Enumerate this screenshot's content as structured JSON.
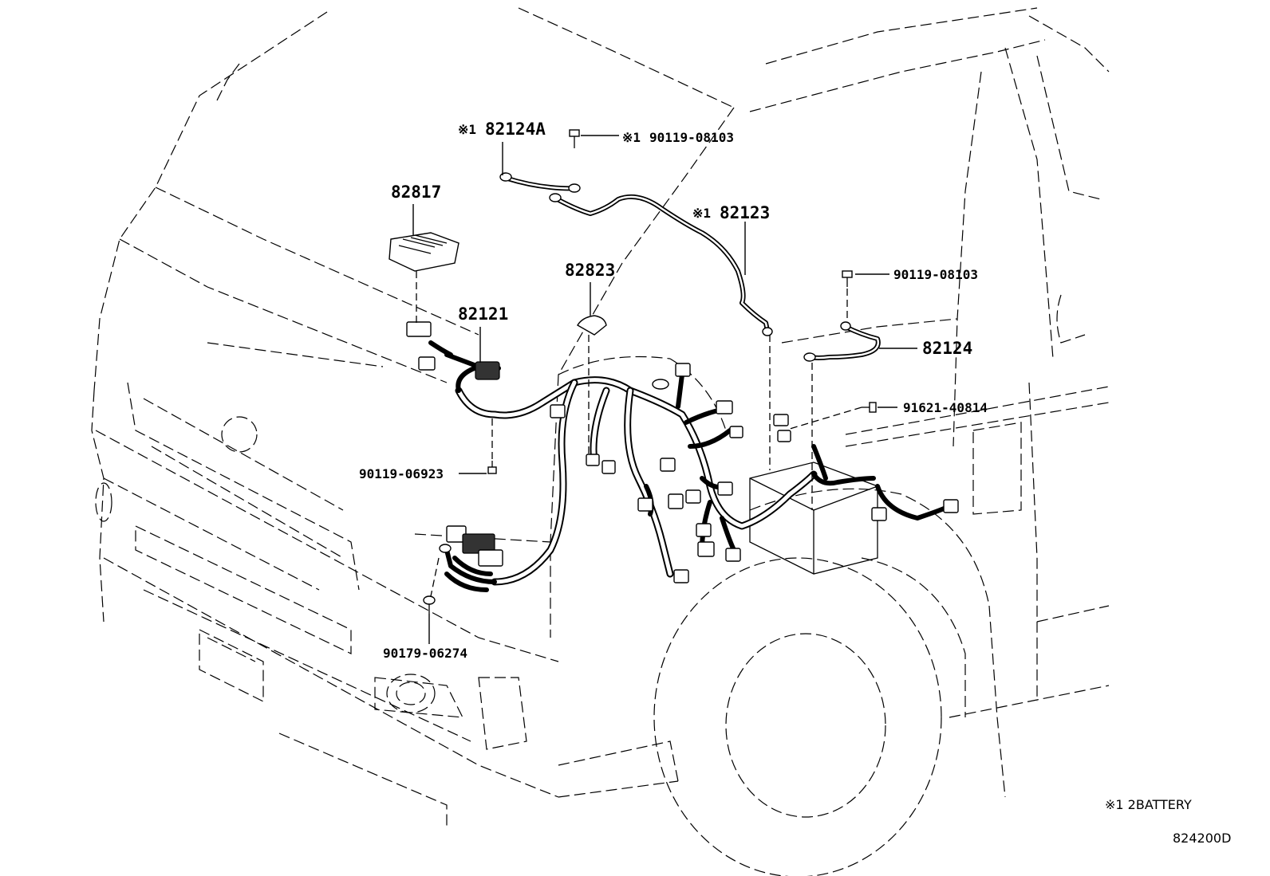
{
  "labels": {
    "p82124A": {
      "prefix": "※1",
      "code": "82124A"
    },
    "p90119_08103_top": {
      "prefix": "※1",
      "code": "90119-08103"
    },
    "p82817": {
      "code": "82817"
    },
    "p82123": {
      "prefix": "※1",
      "code": "82123"
    },
    "p82823": {
      "code": "82823"
    },
    "p82121": {
      "code": "82121"
    },
    "p90119_08103_right": {
      "code": "90119-08103"
    },
    "p82124": {
      "code": "82124"
    },
    "p91621_40814": {
      "code": "91621-40814"
    },
    "p90119_06923": {
      "code": "90119-06923"
    },
    "p90179_06274": {
      "code": "90179-06274"
    }
  },
  "footnote": {
    "text": "※1 2BATTERY"
  },
  "figure_id": {
    "text": "824200D"
  }
}
